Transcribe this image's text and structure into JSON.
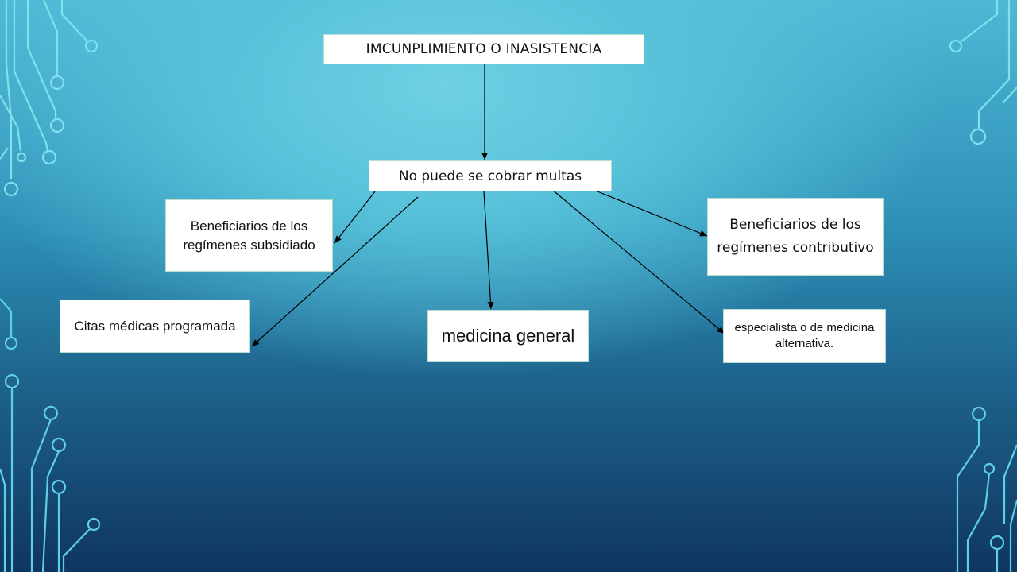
{
  "diagram": {
    "root": {
      "label": "IMCUNPLIMIENTO O INASISTENCIA"
    },
    "center": {
      "label": "No puede se  cobrar multas"
    },
    "branches": {
      "subsidiado": "Beneficiarios de los regímenes subsidiado",
      "contributivo": "Beneficiarios de los regímenes contributivo",
      "citas": "Citas médicas programada",
      "general": "medicina general",
      "especialista": "especialista o de medicina alternativa."
    }
  },
  "colors": {
    "node_fill": "#ffffff",
    "node_border": "#b9dcd0",
    "arrow": "#000000",
    "circuit": "#5fd6e8"
  }
}
